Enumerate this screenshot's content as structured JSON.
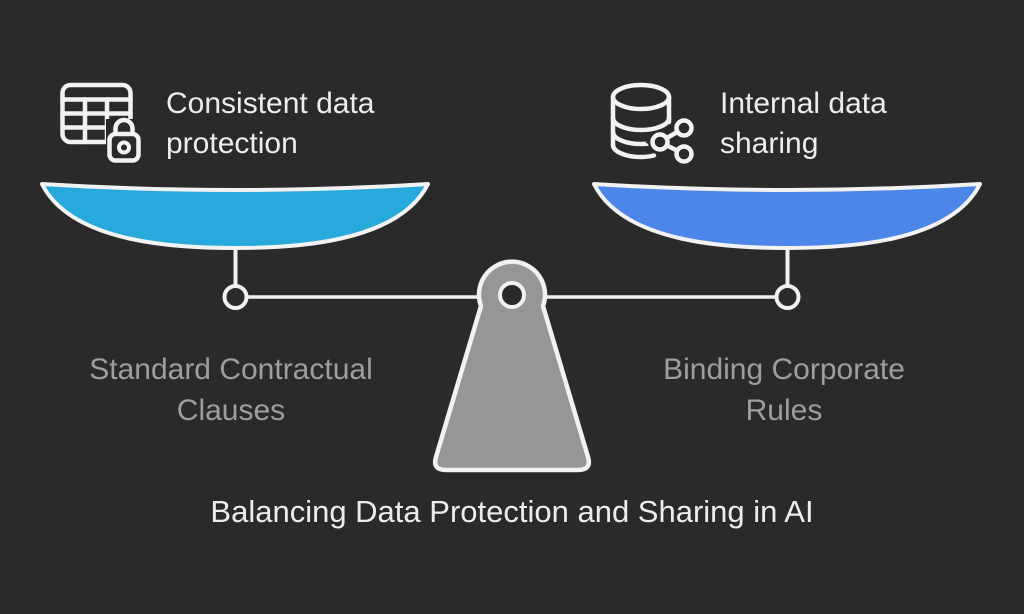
{
  "title": "Balancing Data Protection and Sharing in AI",
  "scale": {
    "left": {
      "heading": "Consistent data\nprotection",
      "label": "Standard Contractual\nClauses",
      "icon": "table-lock-icon"
    },
    "right": {
      "heading": "Internal data\nsharing",
      "label": "Binding Corporate\nRules",
      "icon": "database-share-icon"
    }
  },
  "colors": {
    "background": "#2a2a2b",
    "stroke": "#f2f2f2",
    "pan-left": "#27a9dc",
    "pan-right": "#4c86e8",
    "fulcrum": "#969696",
    "label-gray": "#9e9e9e",
    "text-white": "#ededed"
  }
}
